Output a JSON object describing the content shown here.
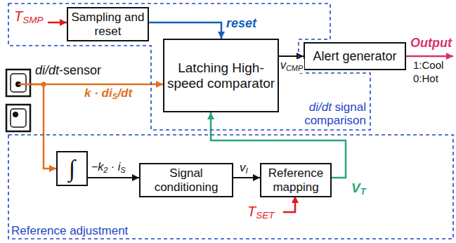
{
  "diagram": {
    "nodes": [
      {
        "text": [
          "di/dt signal comparison"
        ]
      },
      {
        "text": [
          "Sampling and reset"
        ],
        "in": 0
      },
      {
        "text": [
          "Latching High-speed comparator"
        ],
        "in": 0
      },
      {
        "text": [
          "Alert generator"
        ]
      },
      {
        "text": [
          "di/dt-sensor"
        ]
      },
      {
        "text": [
          "Reference adjustment"
        ]
      },
      {
        "text": [
          "∫"
        ],
        "in": 5
      },
      {
        "text": [
          "Signal conditioning"
        ],
        "in": 5
      },
      {
        "text": [
          "Reference mapping"
        ],
        "in": 5
      }
    ],
    "edges": [
      {
        "from": 1,
        "to": 2,
        "arrow": "to",
        "label": "reset"
      },
      {
        "from": 4,
        "to": 2,
        "arrow": "to",
        "label": "k · diS/dt"
      },
      {
        "from": 2,
        "to": 3,
        "arrow": "to",
        "label": "vCMP"
      },
      {
        "from": 4,
        "to": 6,
        "arrow": "to"
      },
      {
        "from": 6,
        "to": 7,
        "arrow": "to",
        "label": "−k2 · iS"
      },
      {
        "from": 7,
        "to": 8,
        "arrow": "to",
        "label": "vI"
      },
      {
        "from": 8,
        "to": 2,
        "arrow": "to",
        "label": "VT"
      }
    ],
    "labels": [
      "TSMP",
      "Output",
      "1:Cool",
      "0:Hot",
      "TSET"
    ]
  }
}
